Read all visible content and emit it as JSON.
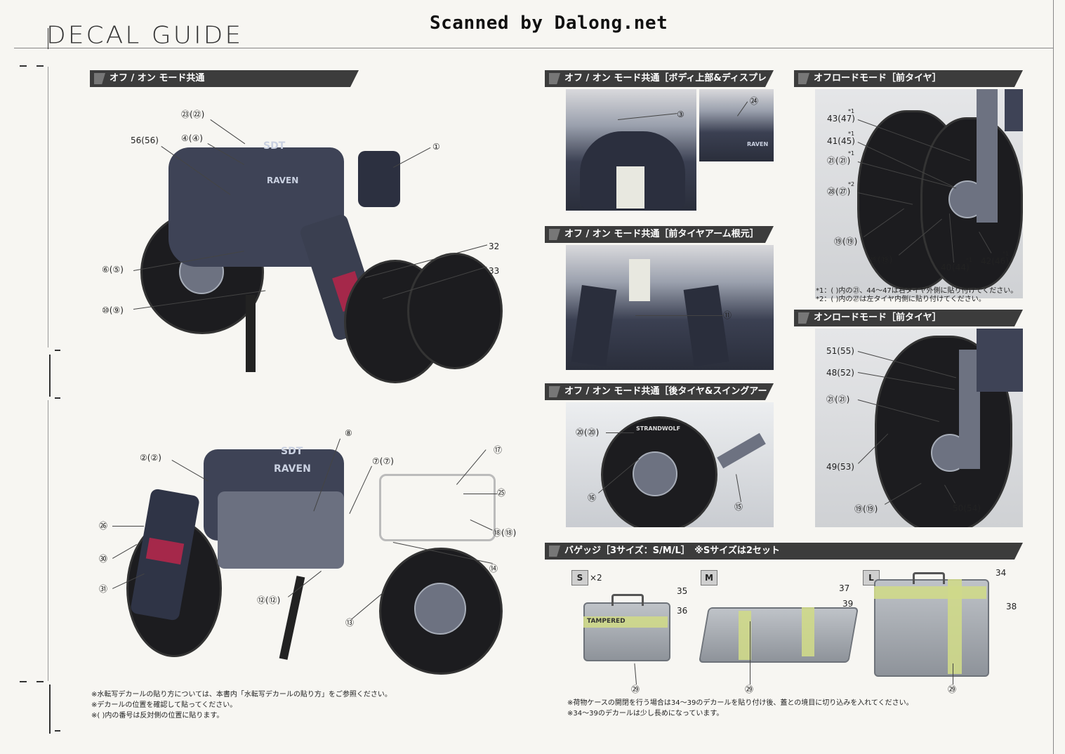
{
  "header": {
    "title": "DECAL GUIDE",
    "scan_credit": "Scanned by Dalong.net"
  },
  "sections": {
    "common": "オフ / オン モード共通",
    "body_display": "オフ / オン モード共通［ボディ上部&ディスプレイ］",
    "front_arm": "オフ / オン モード共通［前タイヤアーム根元］",
    "rear_swing": "オフ / オン モード共通［後タイヤ&スイングアーム］",
    "offroad_front": "オフロードモード［前タイヤ］",
    "onroad_front": "オンロードモード［前タイヤ］",
    "baggage": "バゲッジ［3サイズ：S/M/L］　※Sサイズは2セット"
  },
  "callouts": {
    "main_top": [
      "㉓(㉒)",
      "④(④)",
      "56(56)",
      "①",
      "⑥(⑤)",
      "⑩(⑨)",
      "32",
      "33"
    ],
    "main_bottom": [
      "⑧",
      "②(②)",
      "⑦(⑦)",
      "⑰",
      "㉕",
      "㉖",
      "㉚",
      "㉛",
      "⑱(⑱)",
      "⑭",
      "⑫(⑫)",
      "⑬"
    ],
    "body_display": [
      "③",
      "㉔"
    ],
    "front_arm": [
      "⑪"
    ],
    "rear_swing": [
      "⑳(⑳)",
      "⑯",
      "⑮"
    ],
    "offroad": [
      "43(47)",
      "41(45)",
      "㉑(㉑)",
      "㉘(㉗)",
      "⑲(⑲)",
      "⑲(⑲)",
      "40",
      "(44)",
      "42(46)"
    ],
    "offroad_marks": [
      "*1",
      "*1",
      "*1",
      "*2",
      "*1",
      "*1"
    ],
    "onroad": [
      "51(55)",
      "48(52)",
      "㉑(㉑)",
      "49(53)",
      "⑲(⑲)",
      "50(54)"
    ],
    "baggage_s": [
      "35",
      "36",
      "㉙"
    ],
    "baggage_m": [
      "37",
      "39",
      "㉙"
    ],
    "baggage_l": [
      "34",
      "38",
      "㉙"
    ]
  },
  "offroad_notes": [
    "*1：( )内の㉑、44～47は右タイヤ外側に貼り付けてください。",
    "*2：( )内の㉗は左タイヤ内側に貼り付けてください。"
  ],
  "baggage_sizes": {
    "s": "S",
    "s_count": "×2",
    "m": "M",
    "l": "L"
  },
  "footer_notes_left": [
    "※水転写デカールの貼り方については、本書内「水転写デカールの貼り方」をご参照ください。",
    "※デカールの位置を確認して貼ってください。",
    "※( )内の番号は反対側の位置に貼ります。"
  ],
  "footer_notes_right": [
    "※荷物ケースの開閉を行う場合は34～39のデカールを貼り付け後、蓋との境目に切り込みを入れてください。",
    "※34～39のデカールは少し長めになっています。"
  ],
  "photo_labels": {
    "brand_raven": "RAVEN",
    "brand_sdt": "SDT",
    "brand_strandwolf": "STRANDWOLF",
    "tape_tampered": "TAMPERED"
  },
  "colors": {
    "header_bg": "#3c3c3c",
    "bike_body": "#3e4356",
    "accent": "#a5284a",
    "tire": "#1c1c1f",
    "tape": "#cfd98a"
  }
}
